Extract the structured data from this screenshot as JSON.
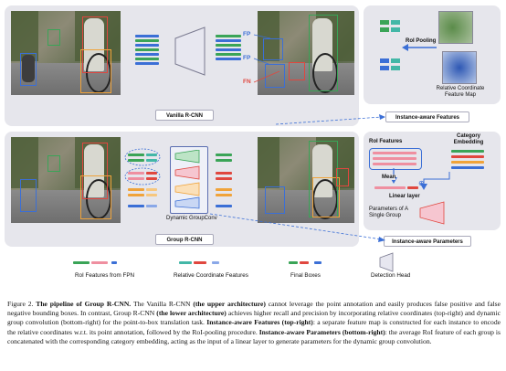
{
  "figure": {
    "top_panel": {
      "fp1": "FP",
      "fp2": "FP",
      "fn": "FN",
      "vanilla_label": "Vanilla R-CNN"
    },
    "right_top_panel": {
      "roi_pooling": "RoI Pooling",
      "rel_coord_map": "Relative Coordinate\nFeature Map",
      "instance_aware_features": "Instance-aware Features"
    },
    "bottom_panel": {
      "dynamic_groupconv": "Dynamic GroupConv",
      "group_label": "Group R-CNN"
    },
    "right_bottom_panel": {
      "roi_features": "RoI Features",
      "category_embedding": "Category\nEmbedding",
      "mean": "Mean",
      "linear_layer": "Linear layer",
      "params_single_group": "Parameters of A\nSingle Group",
      "instance_aware_params": "Instance-aware Parameters"
    },
    "legend": {
      "roi_fpn": "RoI Features from FPN",
      "rel_coord": "Relative Coordinate Features",
      "final_boxes": "Final Boxes",
      "detection_head": "Detection Head"
    }
  },
  "caption": {
    "fig_label": "Figure 2.",
    "title": "The pipeline of Group R-CNN.",
    "s1a": " The Vanilla R-CNN ",
    "upper": "(the upper architecture)",
    "s1b": " cannot leverage the point annotation and easily produces false positive and false negative bounding boxes. In contrast, Group R-CNN ",
    "lower": "(the lower architecture)",
    "s2": " achieves higher recall and precision by incorporating relative coordinates (top-right) and dynamic group convolution (bottom-right) for the point-to-box translation task. ",
    "iaf": "Instance-aware Features (top-right)",
    "s3": ": a separate feature map is constructed for each instance to encode the relative coordinates w.r.t. its point annotation, followed by the RoI-pooling procedure. ",
    "iap": "Instance-aware Parameters (bottom-right)",
    "s4": ": the average RoI feature of each group is concatenated with the corresponding category embedding, acting as the input of a linear layer to generate parameters for the dynamic group convolution."
  },
  "colors": {
    "green": "#3aa457",
    "blue": "#3b6fd6",
    "red": "#e0473f",
    "pink": "#ef8fa0",
    "orange": "#f0a33a",
    "teal": "#43b7a7",
    "panel": "#e6e6ec"
  }
}
